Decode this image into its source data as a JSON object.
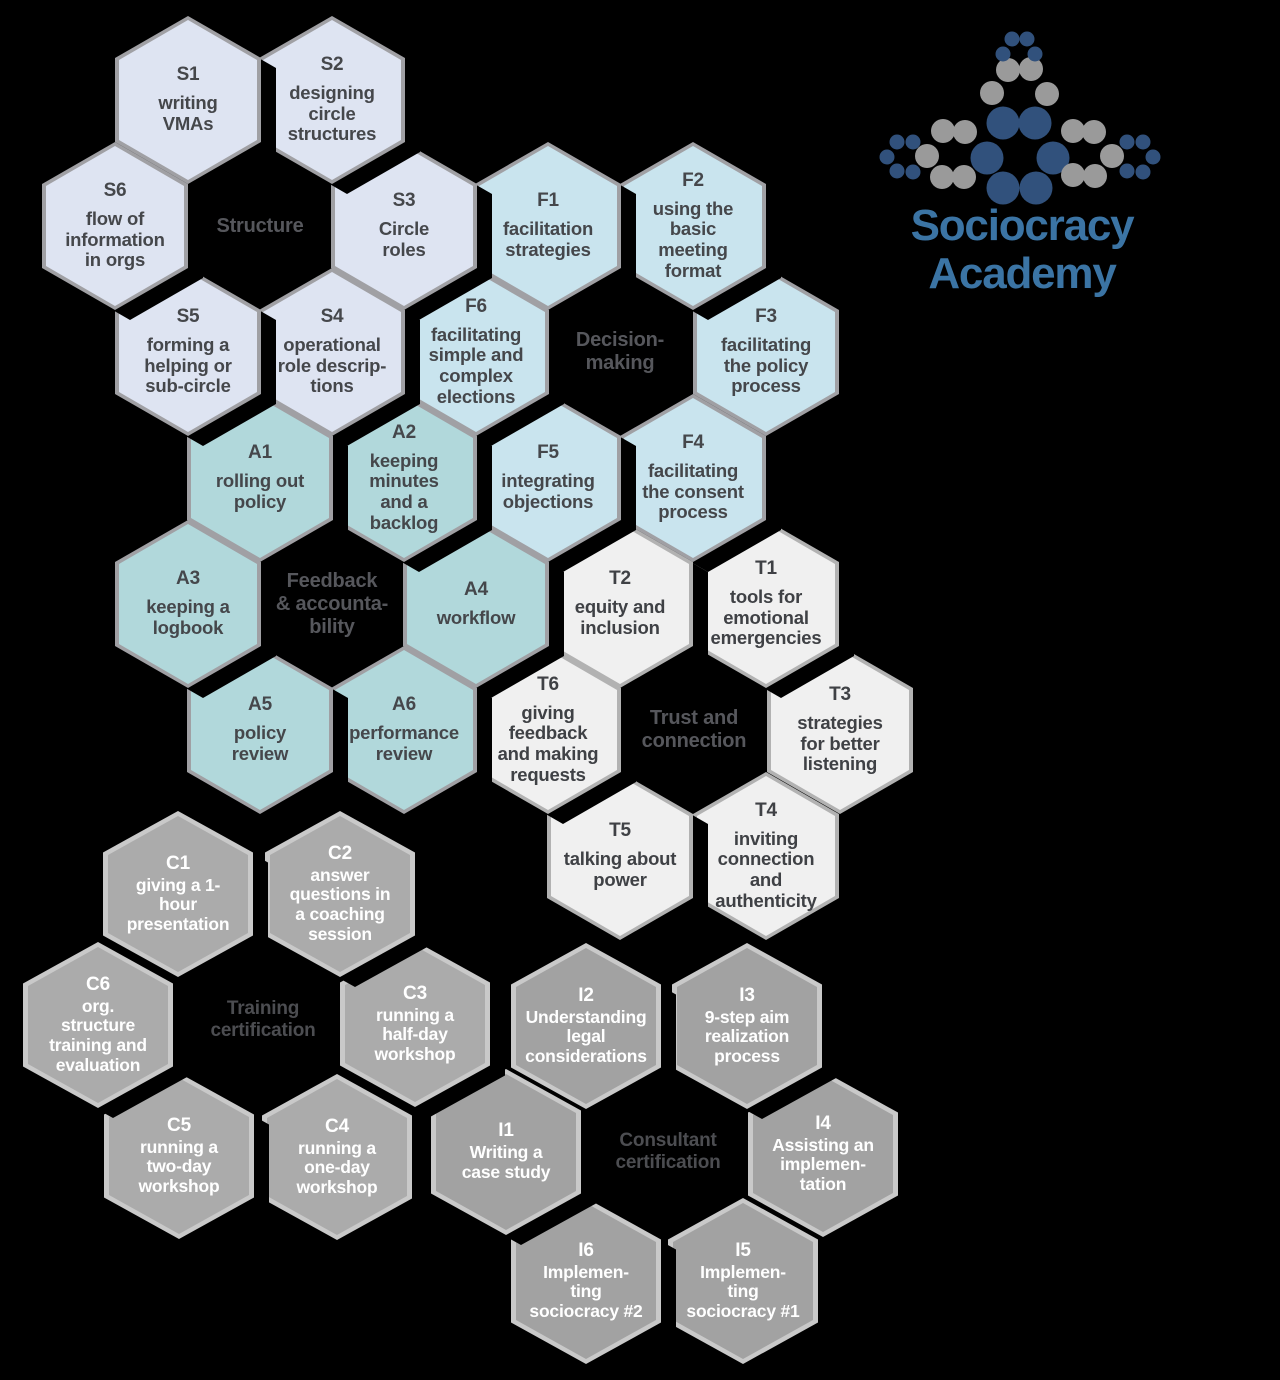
{
  "page": {
    "background": "#000000"
  },
  "logo": {
    "brand": "Sociocracy Academy",
    "brand_color": "#3b74a4",
    "dot_navy": "#31517c",
    "dot_gray": "#9a9a9a"
  },
  "clusters": [
    {
      "id": "structure",
      "title": "Structure",
      "title_color": "#56575c",
      "fill": "#dee4f2",
      "border": "#a0a0a4",
      "text_color": "#45474b",
      "modules": [
        {
          "code": "S1",
          "label": "writing\nVMAs"
        },
        {
          "code": "S2",
          "label": "designing\ncircle\nstructures"
        },
        {
          "code": "S6",
          "label": "flow of\ninformation\nin orgs"
        },
        {
          "code": "S3",
          "label": "Circle\nroles"
        },
        {
          "code": "S5",
          "label": "forming a\nhelping or\nsub-circle"
        },
        {
          "code": "S4",
          "label": "operational\nrole descrip-\ntions"
        }
      ]
    },
    {
      "id": "decision",
      "title": "Decision-\nmaking",
      "title_color": "#56575c",
      "fill": "#c9e4ee",
      "border": "#a0a0a4",
      "text_color": "#45474b",
      "modules": [
        {
          "code": "F1",
          "label": "facilitation\nstrategies"
        },
        {
          "code": "F2",
          "label": "using the\nbasic\nmeeting\nformat"
        },
        {
          "code": "F6",
          "label": "facilitating\nsimple and\ncomplex\nelections"
        },
        {
          "code": "F3",
          "label": "facilitating\nthe policy\nprocess"
        },
        {
          "code": "F5",
          "label": "integrating\nobjections"
        },
        {
          "code": "F4",
          "label": "facilitating\nthe consent\nprocess"
        }
      ]
    },
    {
      "id": "feedback",
      "title": "Feedback\n& accounta-\nbility",
      "title_color": "#56575c",
      "fill": "#b1d8db",
      "border": "#a0a0a4",
      "text_color": "#45474b",
      "modules": [
        {
          "code": "A1",
          "label": "rolling out\npolicy"
        },
        {
          "code": "A2",
          "label": "keeping\nminutes\nand a\nbacklog"
        },
        {
          "code": "A3",
          "label": "keeping a\nlogbook"
        },
        {
          "code": "A4",
          "label": "workflow"
        },
        {
          "code": "A5",
          "label": "policy\nreview"
        },
        {
          "code": "A6",
          "label": "performance\nreview"
        }
      ]
    },
    {
      "id": "trust",
      "title": "Trust and\nconnection",
      "title_color": "#56575c",
      "fill": "#f0f0f0",
      "border": "#b2b2b2",
      "text_color": "#3f4145",
      "modules": [
        {
          "code": "T2",
          "label": "equity and\ninclusion"
        },
        {
          "code": "T1",
          "label": "tools for\nemotional\nemergencies"
        },
        {
          "code": "T6",
          "label": "giving\nfeedback\nand making\nrequests"
        },
        {
          "code": "T3",
          "label": "strategies\nfor better\nlistening"
        },
        {
          "code": "T5",
          "label": "talking about\npower"
        },
        {
          "code": "T4",
          "label": "inviting\nconnection\nand\nauthenticity"
        }
      ]
    },
    {
      "id": "training",
      "title": "Training\ncertification",
      "title_color": "#4c4d51",
      "fill": "#ababab",
      "border": "#c9c9c9",
      "text_color": "#ffffff",
      "modules": [
        {
          "code": "C1",
          "label": "giving a 1-\nhour\npresentation"
        },
        {
          "code": "C2",
          "label": "answer\nquestions in\na coaching\nsession"
        },
        {
          "code": "C6",
          "label": "org.\nstructure\ntraining and\nevaluation"
        },
        {
          "code": "C3",
          "label": "running a\nhalf-day\nworkshop"
        },
        {
          "code": "C5",
          "label": "running a\ntwo-day\nworkshop"
        },
        {
          "code": "C4",
          "label": "running a\none-day\nworkshop"
        }
      ]
    },
    {
      "id": "consultant",
      "title": "Consultant\ncertification",
      "title_color": "#4c4d51",
      "fill": "#a2a2a2",
      "border": "#c9c9c9",
      "text_color": "#ffffff",
      "modules": [
        {
          "code": "I2",
          "label": "Understanding\nlegal\nconsiderations"
        },
        {
          "code": "I3",
          "label": "9-step aim\nrealization\nprocess"
        },
        {
          "code": "I1",
          "label": "Writing a\ncase study"
        },
        {
          "code": "I4",
          "label": "Assisting an\nimplemen-\ntation"
        },
        {
          "code": "I6",
          "label": "Implemen-\nting\nsociocracy #2"
        },
        {
          "code": "I5",
          "label": "Implemen-\nting\nsociocracy #1"
        }
      ]
    }
  ]
}
